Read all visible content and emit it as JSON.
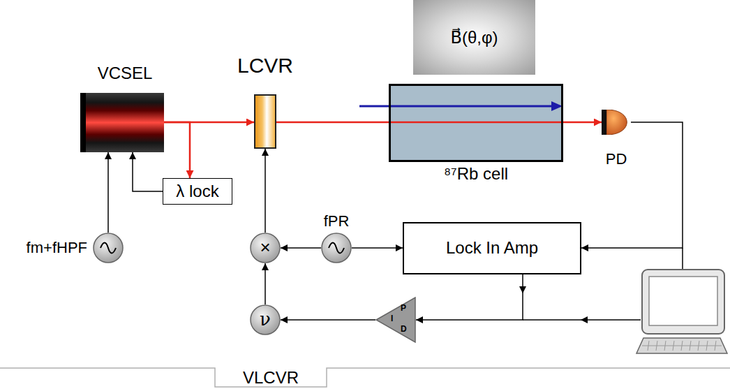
{
  "diagram": {
    "nodes": [
      {
        "text": [
          "VCSEL"
        ]
      },
      {
        "text": [
          "LCVR"
        ]
      },
      {
        "text": [
          "B⃗(θ,φ)"
        ]
      },
      {
        "text": [
          "⁸⁷Rb cell"
        ]
      },
      {
        "text": [
          "PD"
        ]
      },
      {
        "text": [
          "λ lock"
        ]
      },
      {
        "text": [
          "fm+fHPF"
        ]
      },
      {
        "text": [
          "×"
        ]
      },
      {
        "text": [
          "fPR"
        ]
      },
      {
        "text": [
          "Lock In Amp"
        ]
      },
      {
        "text": [
          "ν"
        ]
      },
      {
        "text": [
          "P",
          "I",
          "D"
        ]
      }
    ],
    "edges": [
      {
        "from": 0,
        "to": 1,
        "arrow": "to"
      },
      {
        "from": 1,
        "to": 3,
        "arrow": "none"
      },
      {
        "from": 3,
        "to": 4,
        "arrow": "to"
      },
      {
        "from": 0,
        "to": 5,
        "arrow": "to"
      },
      {
        "from": 5,
        "to": 0,
        "arrow": "to"
      },
      {
        "from": 6,
        "to": 0,
        "arrow": "to"
      },
      {
        "from": 7,
        "to": 1,
        "arrow": "to"
      },
      {
        "from": 8,
        "to": 7,
        "arrow": "to"
      },
      {
        "from": 8,
        "to": 9,
        "arrow": "to"
      },
      {
        "from": 4,
        "to": 9,
        "arrow": "to"
      },
      {
        "from": 9,
        "to": 11,
        "arrow": "to"
      },
      {
        "from": 11,
        "to": 10,
        "arrow": "to"
      },
      {
        "from": 10,
        "to": 7,
        "arrow": "to"
      }
    ],
    "labels": [
      "VLCVR"
    ]
  }
}
